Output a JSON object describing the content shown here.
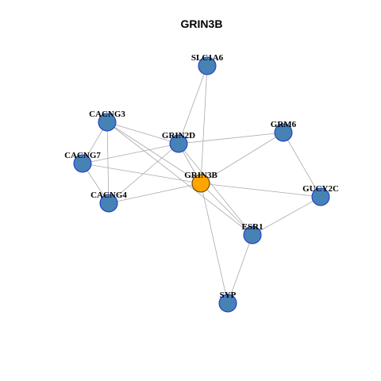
{
  "title": "GRIN3B",
  "colors": {
    "node_fill": "#4682B4",
    "node_border": "#1a33cc",
    "center_fill": "#FFA500",
    "center_border": "#5a3a00",
    "edge": "#aaaaaa"
  },
  "nodes": [
    {
      "id": "SLC1A6",
      "label": "SLC1A6"
    },
    {
      "id": "CACNG3",
      "label": "CACNG3"
    },
    {
      "id": "GRIN2D",
      "label": "GRIN2D"
    },
    {
      "id": "GRM6",
      "label": "GRM6"
    },
    {
      "id": "CACNG7",
      "label": "CACNG7"
    },
    {
      "id": "GRIN3B",
      "label": "GRIN3B",
      "center": true
    },
    {
      "id": "CACNG4",
      "label": "CACNG4"
    },
    {
      "id": "GUCY2C",
      "label": "GUCY2C"
    },
    {
      "id": "ESR1",
      "label": "ESR1"
    },
    {
      "id": "SYP",
      "label": "SYP"
    }
  ],
  "edges": [
    [
      "SLC1A6",
      "GRIN2D"
    ],
    [
      "SLC1A6",
      "GRIN3B"
    ],
    [
      "CACNG3",
      "CACNG7"
    ],
    [
      "CACNG3",
      "CACNG4"
    ],
    [
      "CACNG3",
      "GRIN2D"
    ],
    [
      "CACNG3",
      "GRIN3B"
    ],
    [
      "CACNG3",
      "ESR1"
    ],
    [
      "CACNG7",
      "CACNG4"
    ],
    [
      "CACNG7",
      "GRIN2D"
    ],
    [
      "CACNG7",
      "GRIN3B"
    ],
    [
      "CACNG4",
      "GRIN3B"
    ],
    [
      "CACNG4",
      "GRIN2D"
    ],
    [
      "GRIN2D",
      "GRM6"
    ],
    [
      "GRIN2D",
      "GRIN3B"
    ],
    [
      "GRIN2D",
      "ESR1"
    ],
    [
      "GRM6",
      "GRIN3B"
    ],
    [
      "GRM6",
      "GUCY2C"
    ],
    [
      "GRIN3B",
      "GUCY2C"
    ],
    [
      "GRIN3B",
      "ESR1"
    ],
    [
      "GRIN3B",
      "SYP"
    ],
    [
      "GUCY2C",
      "ESR1"
    ],
    [
      "ESR1",
      "SYP"
    ]
  ]
}
